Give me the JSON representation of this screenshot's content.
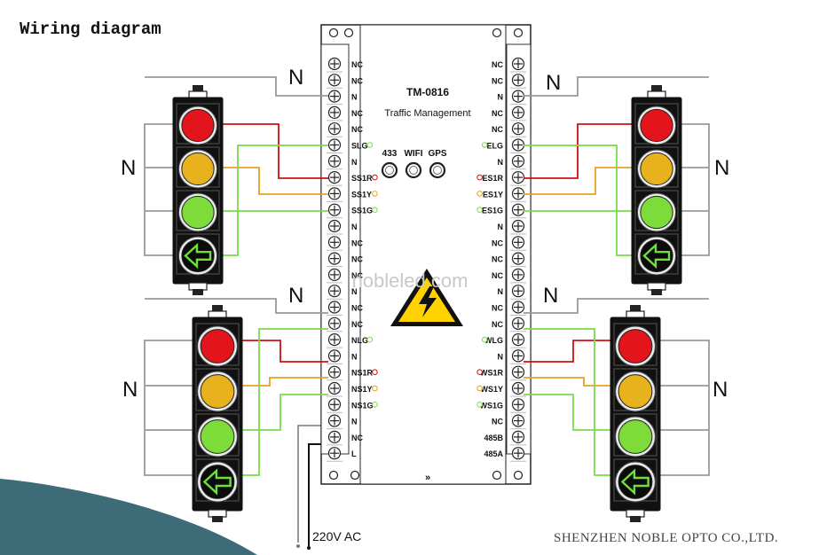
{
  "title": "Wiring diagram",
  "company": "SHENZHEN NOBLE OPTO CO.,LTD.",
  "power_label": "220V AC",
  "watermark": "nobleled.com",
  "controller": {
    "model": "TM-0816",
    "subtitle": "Traffic Management",
    "buttons": [
      "433",
      "WIFI",
      "GPS"
    ],
    "left_terminals": [
      "NC",
      "NC",
      "N",
      "NC",
      "NC",
      "SLG",
      "N",
      "SS1R",
      "SS1Y",
      "SS1G",
      "N",
      "NC",
      "NC",
      "NC",
      "N",
      "NC",
      "NC",
      "NLG",
      "N",
      "NS1R",
      "NS1Y",
      "NS1G",
      "N",
      "NC",
      "L"
    ],
    "right_terminals": [
      "NC",
      "NC",
      "N",
      "NC",
      "NC",
      "ELG",
      "N",
      "ES1R",
      "ES1Y",
      "ES1G",
      "N",
      "NC",
      "NC",
      "NC",
      "N",
      "NC",
      "NC",
      "WLG",
      "N",
      "WS1R",
      "WS1Y",
      "WS1G",
      "NC",
      "485B",
      "485A"
    ]
  },
  "neutral_labels": [
    "N",
    "N",
    "N",
    "N",
    "N",
    "N",
    "N",
    "N"
  ],
  "colors": {
    "red": "#e3141b",
    "yellow": "#e8b21d",
    "green": "#7ddc3a",
    "arrow_green": "#6fe03a",
    "wire_red": "#d01010",
    "wire_yellow": "#e8a020",
    "wire_green": "#78dc4a",
    "wire_gray": "#9a9a9a",
    "corner": "#3d6b78"
  }
}
